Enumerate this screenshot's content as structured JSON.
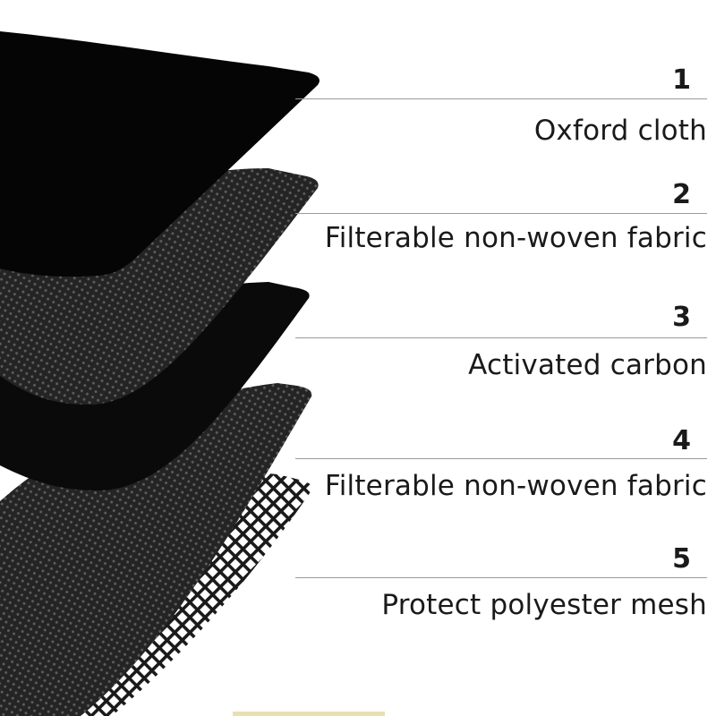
{
  "layers": [
    {
      "number": "1",
      "name": "Oxford cloth",
      "material": "solid-black"
    },
    {
      "number": "2",
      "name": "Filterable non-woven fabric",
      "material": "dotted-dark"
    },
    {
      "number": "3",
      "name": "Activated carbon",
      "material": "solid-black"
    },
    {
      "number": "4",
      "name": "Filterable non-woven fabric",
      "material": "dotted-dark"
    },
    {
      "number": "5",
      "name": "Protect polyester mesh",
      "material": "diamond-mesh"
    }
  ],
  "colors": {
    "background": "#ffffff",
    "text": "#1a1a1a",
    "rule": "#9a9a9a",
    "sheet_black": "#050505",
    "sheet_dotted": "#2b2b2b",
    "mesh": "#1a1a1a"
  }
}
